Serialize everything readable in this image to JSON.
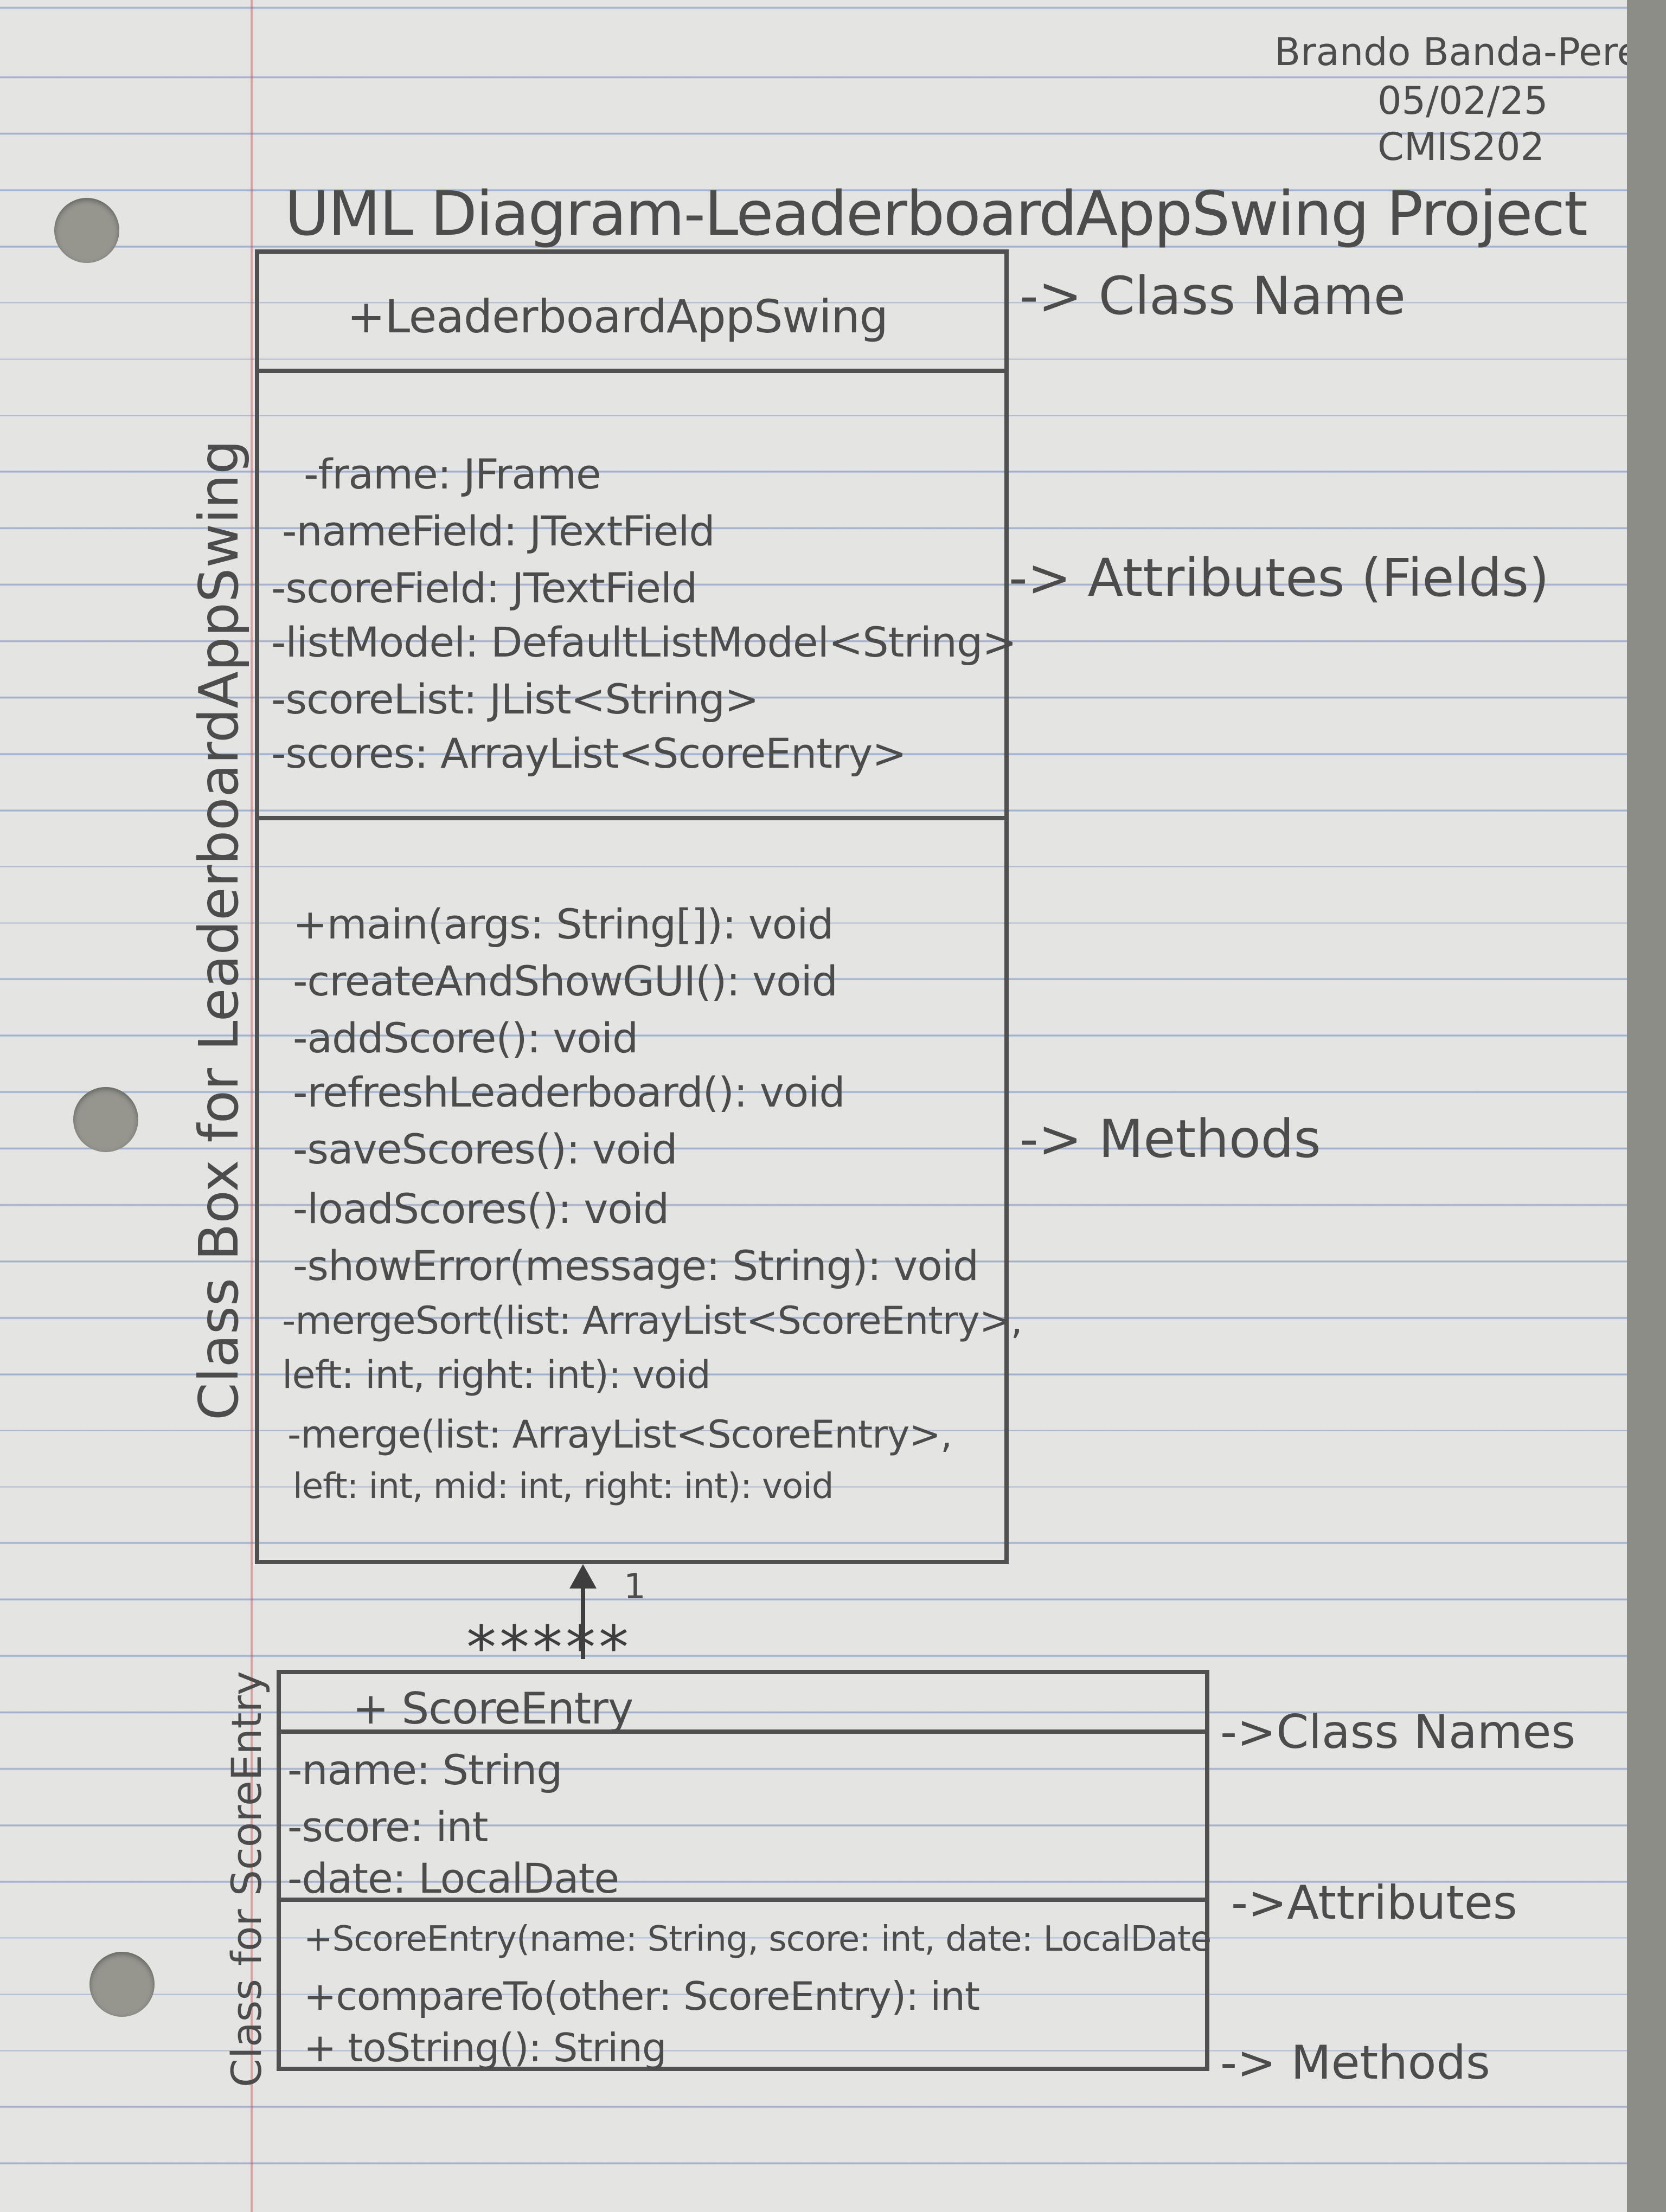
{
  "header": {
    "author": "Brando Banda-Perez",
    "date": "05/02/25",
    "course": "CMIS202"
  },
  "title": "UML Diagram-LeaderboardAppSwing Project",
  "main_class": {
    "side_label": "Class Box for LeaderboardAppSwing",
    "name": "+LeaderboardAppSwing",
    "attributes": [
      "-frame: JFrame",
      "-nameField: JTextField",
      "-scoreField: JTextField",
      "-listModel: DefaultListModel<String>",
      "-scoreList: JList<String>",
      "-scores: ArrayList<ScoreEntry>"
    ],
    "methods": [
      "+main(args: String[]): void",
      "-createAndShowGUI(): void",
      "-addScore(): void",
      "-refreshLeaderboard(): void",
      "-saveScores(): void",
      "-loadScores(): void",
      "-showError(message: String): void",
      "-mergeSort(list: ArrayList<ScoreEntry>,",
      "left: int, right: int): void",
      "-merge(list: ArrayList<ScoreEntry>,",
      "left: int, mid: int, right: int): void"
    ],
    "annotations": {
      "name": "-> Class Name",
      "attributes": "-> Attributes (Fields)",
      "methods": "-> Methods"
    }
  },
  "association": {
    "multiplicity_one": "1",
    "multiplicity_many": "*****"
  },
  "score_class": {
    "side_label": "Class for ScoreEntry",
    "name": "+ ScoreEntry",
    "attributes": [
      "-name: String",
      "-score: int",
      "-date: LocalDate"
    ],
    "methods": [
      "+ScoreEntry(name: String, score: int, date: LocalDate",
      "+compareTo(other: ScoreEntry): int",
      "+ toString(): String"
    ],
    "annotations": {
      "name": "->Class Names",
      "attributes": "->Attributes",
      "methods": "-> Methods"
    }
  }
}
